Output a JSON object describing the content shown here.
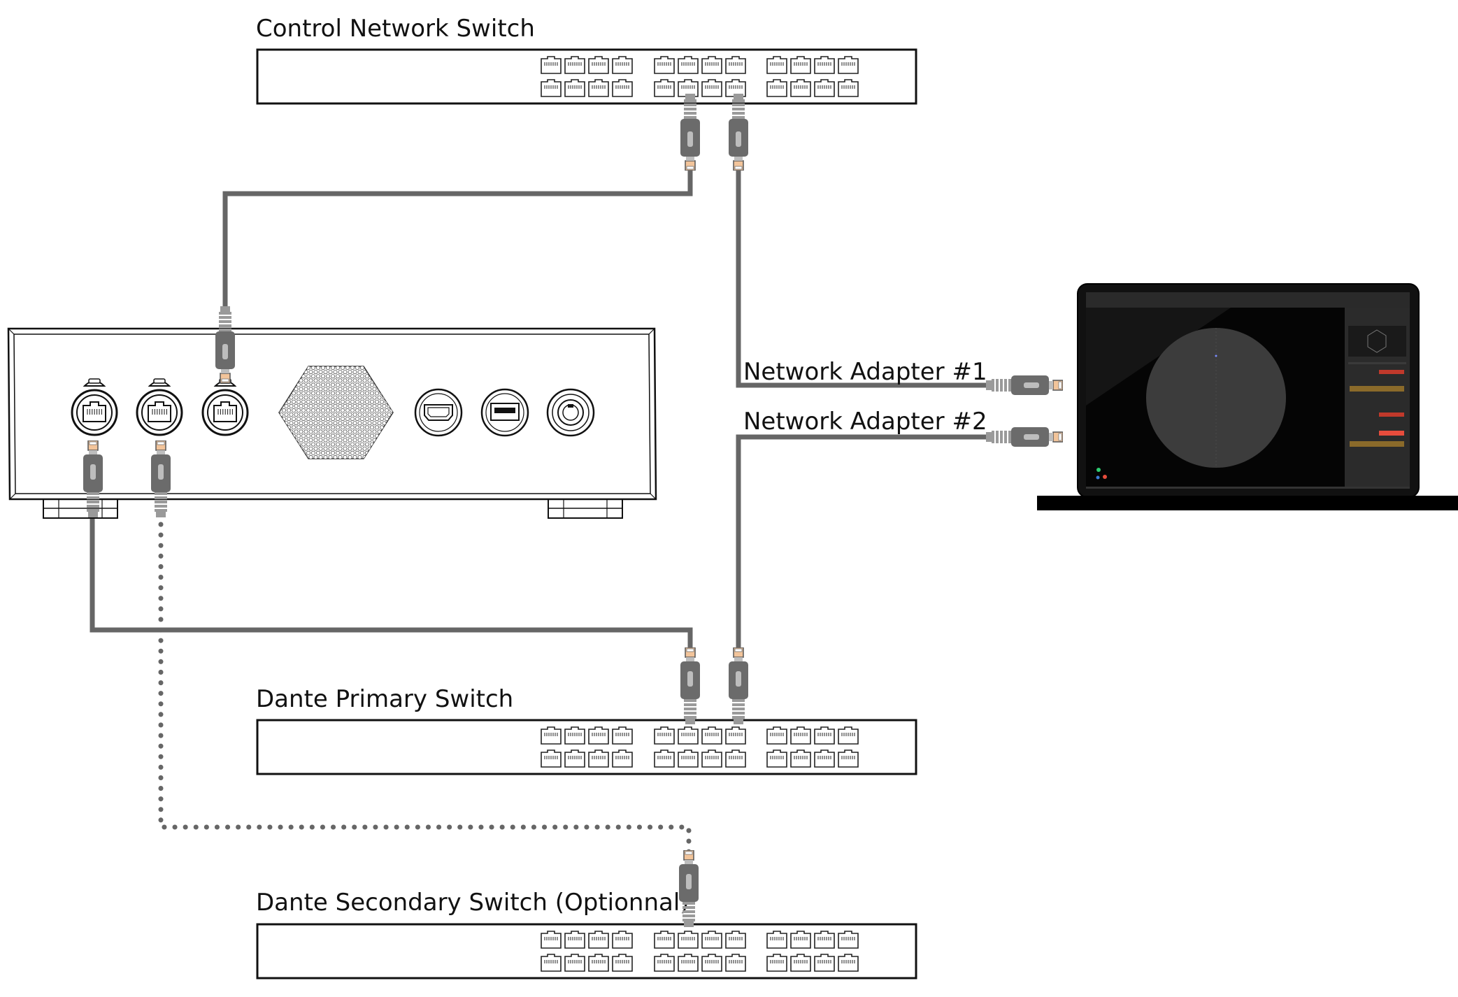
{
  "diagram": {
    "switches": {
      "control": {
        "label": "Control Network Switch"
      },
      "dante_primary": {
        "label": "Dante Primary Switch"
      },
      "dante_secondary": {
        "label": "Dante Secondary Switch (Optionnal)"
      }
    },
    "laptop": {
      "adapter_1": {
        "label": "Network Adapter #1"
      },
      "adapter_2": {
        "label": "Network Adapter #2"
      }
    },
    "connections": [
      {
        "from": "device-port-3",
        "to": "control-switch",
        "style": "solid"
      },
      {
        "from": "laptop-adapter-1",
        "to": "control-switch",
        "style": "solid"
      },
      {
        "from": "device-port-1",
        "to": "dante-primary-switch",
        "style": "solid"
      },
      {
        "from": "laptop-adapter-2",
        "to": "dante-primary-switch",
        "style": "solid"
      },
      {
        "from": "device-port-2",
        "to": "dante-secondary-switch",
        "style": "dotted"
      }
    ],
    "colors": {
      "cable": "#666666",
      "connector": "#6b6b6b",
      "plug_tip": "#f2c49a",
      "outline": "#111111",
      "laptop_screen": "#0d0d0d"
    }
  }
}
